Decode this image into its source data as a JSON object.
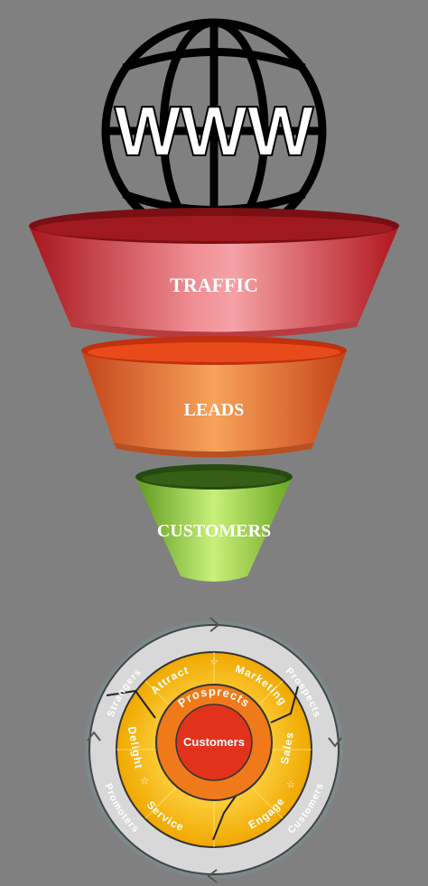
{
  "globe": {
    "label": "WWW",
    "icon": "globe-icon"
  },
  "funnel": {
    "stages": [
      {
        "label": "TRAFFIC",
        "color": "#d23a3c"
      },
      {
        "label": "LEADS",
        "color": "#e8682a"
      },
      {
        "label": "CUSTOMERS",
        "color": "#8fc23a"
      }
    ]
  },
  "cycle": {
    "center": "Customers",
    "inner_ring": "Prosprects",
    "outer_ring": [
      "Strangers",
      "Prospects",
      "Customers",
      "Promoters"
    ],
    "middle_ring": [
      "Attract",
      "Marketing",
      "Sales",
      "Engage",
      "Service",
      "Delight"
    ],
    "colors": {
      "center": "#e2321c",
      "inner": "#f07a1a",
      "middle": "#f7c21a",
      "outer": "#d8d8d8"
    }
  }
}
